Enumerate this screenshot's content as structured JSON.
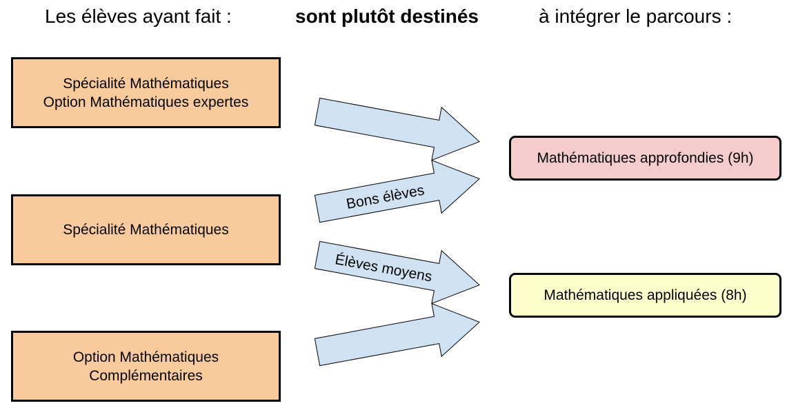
{
  "header": {
    "left": "Les élèves ayant fait :",
    "middle": "sont plutôt destinés",
    "right": "à intégrer le parcours :"
  },
  "sources": [
    {
      "lines": [
        "Spécialité Mathématiques",
        "Option Mathématiques expertes"
      ]
    },
    {
      "lines": [
        "Spécialité Mathématiques"
      ]
    },
    {
      "lines": [
        "Option Mathématiques",
        "Complémentaires"
      ]
    }
  ],
  "targets": [
    {
      "label": "Mathématiques approfondies (9h)",
      "color": "#f4cccc"
    },
    {
      "label": "Mathématiques appliquées (8h)",
      "color": "#ffffcc"
    }
  ],
  "arrows": [
    {
      "from": "Spécialité Mathématiques / Option Mathématiques expertes",
      "to": "Mathématiques approfondies (9h)",
      "label": ""
    },
    {
      "from": "Spécialité Mathématiques",
      "to": "Mathématiques approfondies (9h)",
      "label": "Bons élèves"
    },
    {
      "from": "Spécialité Mathématiques",
      "to": "Mathématiques appliquées (8h)",
      "label": "Élèves moyens"
    },
    {
      "from": "Option Mathématiques Complémentaires",
      "to": "Mathématiques appliquées (8h)",
      "label": ""
    }
  ],
  "colors": {
    "source_fill": "#f9cb9c",
    "arrow_fill": "#cfe2f3",
    "outline": "#000000"
  }
}
